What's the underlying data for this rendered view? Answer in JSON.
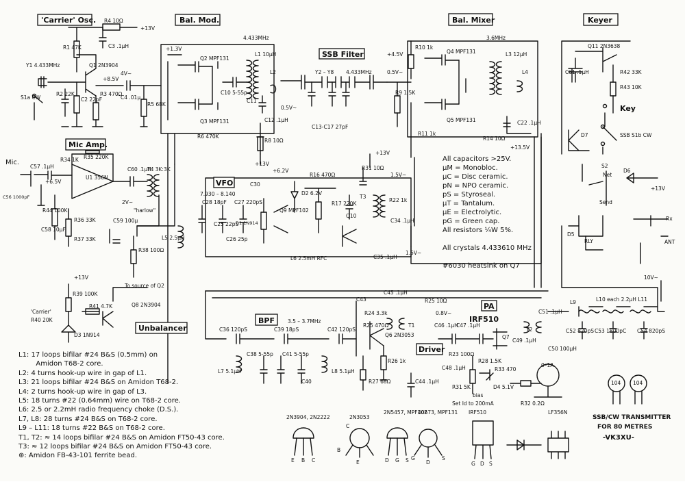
{
  "sections": {
    "carrier_osc": "'Carrier' Osc.",
    "bal_mod": "Bal. Mod.",
    "bal_mixer": "Bal. Mixer",
    "keyer": "Keyer",
    "ssb_filter": "SSB Filter",
    "mic_amp": "Mic Amp.",
    "vfo": "VFO",
    "bpf": "BPF",
    "driver": "Driver",
    "pa": "PA",
    "unbalancer": "Unbalancer"
  },
  "labels": {
    "r4": "R4 10Ω",
    "v13_top": "+13V",
    "r1": "R1 47K",
    "c3": "C3 .1μH",
    "y1": "Y1 4.433MHz",
    "q1": "Q1 2N3904",
    "v85": "+8.5V",
    "r2": "R2 22K",
    "c2": "C2 22pF",
    "r3": "R3 470Ω",
    "c4": "C4 .01μ",
    "v4": "4V~",
    "s1a": "S1a CW",
    "freq_mod": "4.433MHz",
    "v13_mod": "+1.3V",
    "q2": "Q2 MPF131",
    "q3": "Q3 MPF131",
    "l1": "L1 10μH",
    "l2": "L2",
    "c10": "C10 5-55p",
    "c11": "C11",
    "c12": "C12 .1μH",
    "r5": "R5 68K",
    "r6": "R6 470K",
    "r8": "R8 10Ω",
    "v13_r8": "+13V",
    "v05": "0.5V~",
    "filter_xtal": "Y2 – Y8",
    "filter_freq": "4.433MHz",
    "c13_c17": "C13-C17 27pF",
    "v45": "+4.5V",
    "r10": "R10 1k",
    "v05b": "0.5V~",
    "q4": "Q4 MPF131",
    "q5": "Q5 MPF131",
    "freq_mix": "3.6MHz",
    "l3": "L3 12μH",
    "l4": "L4",
    "r9": "R9 1.5K",
    "r11": "R11 1k",
    "r14": "R14 10Ω",
    "c22": "C22 .1μH",
    "v135": "+13.5V",
    "q11": "Q11 2N3638",
    "r42": "R42 33K",
    "r43": "R43 10K",
    "c61": "C61 .1μH",
    "key": "Key",
    "s1b": "SSB S1b CW",
    "d7": "D7",
    "s2": "S2",
    "net": "Net",
    "send": "Send",
    "d6": "D6",
    "v13_keyer": "+13V",
    "rly": "RLY",
    "d5": "D5",
    "rx": "Rx",
    "ant": "ANT",
    "v10": "10V~",
    "mic": "Mic.",
    "c57": "C57 .1μH",
    "r34": "R34 1K",
    "u1": "U1 356N",
    "r35": "R35 220K",
    "c60": "C60 .1μH",
    "t4": "T4 3K:3K",
    "v2": "2V~",
    "harlow": "\"harlow\"",
    "v65": "+6.5V",
    "c56": "C56 1000pF",
    "r44": "R44 100K",
    "c58": "C58 10μF",
    "r37": "R37 33K",
    "r36": "R36 33K",
    "c59": "C59 100μ",
    "r38": "R38 100Ω",
    "vfo_range": "7.930 – 8.140",
    "r31": "R31 10Ω",
    "v13_vfo": "+13V",
    "v62": "+6.2V",
    "r16": "R16 470Ω",
    "d2": "D2 6.2V",
    "c30": "C30",
    "c28": "C28 18pF",
    "c27": "C27 220pS",
    "c26": "C26 25p",
    "c25": "C25 22pS",
    "d1": "D1 1N914",
    "l5": "L5 2.5μH",
    "q9": "Q9 MPF102",
    "l6": "L6 2.5mH RFC",
    "q10": "Q10",
    "r22": "R22 1k",
    "r17": "R17 220K",
    "c34": "C34 .1μH",
    "c35": "C35 .1μH",
    "t3": "T3",
    "v15a": "1.5V~",
    "v15b": "1.5V~",
    "r39": "R39 100K",
    "r40": "R40 20K",
    "carrier": "'Carrier'",
    "r41": "R41 4.7K",
    "q8": "Q8 2N3904",
    "q2_note": "To source of Q2",
    "d3": "D3 1N914",
    "v13_unbal": "+13V",
    "bpf_range": "3.5 – 3.7MHz",
    "c36": "C36 120pS",
    "c39": "C39 18pS",
    "c42": "C42 120pS",
    "l7": "L7 5.1μH",
    "l8": "L8 5.1μH",
    "c38": "C38 5-55p",
    "c41": "C41 5-55p",
    "c40": "C40",
    "c43": "C43",
    "c45": "C45 .1μH",
    "r25": "R25 10Ω",
    "r24": "R24 3.3k",
    "r25b": "R25 470Ω",
    "q6": "Q6 2N3053",
    "t1": "T1",
    "r26": "R26 1k",
    "r27": "R27 68Ω",
    "c44": "C44 .1μH",
    "v08": "0.8V~",
    "c46": "C46 .1μH",
    "c47": "C47 .1μH",
    "r23": "R23 100Ω",
    "c48": "C48 .1μH",
    "irf": "IRF510",
    "q7": "Q7",
    "r28": "R28 1.5K",
    "d4": "D4 5.1V",
    "r33": "R33 470",
    "r31b": "R31 5K",
    "bias": "bias",
    "bias_note": "Set Id to 200mA",
    "t2": "T2",
    "c49": "C49 .1μH",
    "c50": "C50 100μH",
    "meter": "0–1A",
    "r32": "R32 0.2Ω",
    "l9": "L9",
    "l10_l11": "L10 each 2.2μH L11",
    "c51": "C51 .1μH",
    "c52": "C52 820pS",
    "c53": "C53 1800pC",
    "c54": "C54 820pS",
    "cap104a": "104",
    "cap104b": "104"
  },
  "spec_notes": [
    "All capacitors >25V.",
    "μM = Monobloc.",
    "μC = Disc ceramic.",
    "pN = NPO ceramic.",
    "pS = Styroseal.",
    "μT = Tantalum.",
    "μE = Electrolytic.",
    "pG = Green cap.",
    "All resistors ¼W 5%.",
    "",
    "All crystals 4.433610 MHz",
    "",
    "#6030 heatsink on Q7"
  ],
  "coil_notes": [
    "L1:  17 loops bifilar #24 B&S (0.5mm) on",
    "        Amidon T68-2 core.",
    "L2:  4 turns hook-up wire in gap of L1.",
    "L3:  21 loops bifilar #24 B&S on Amidon T68-2.",
    "L4:  2 turns hook-up wire in gap of L3.",
    "L5:  18 turns #22 (0.64mm) wire on T68-2 core.",
    "L6:  2.5 or 2.2mH radio frequency choke (D.S.).",
    "L7, L8:  28 turns #24 B&S on T68-2 core.",
    "L9 – L11:  18 turns #22 B&S on T68-2 core.",
    "T1, T2:  ≈ 14 loops bifilar #24 B&S on Amidon FT50-43 core.",
    "T3:   ≈ 12 loops bifilar #24 B&S on Amidon FT50-43 core.",
    "⊕:  Amidon FB-43-101 ferrite bead."
  ],
  "pinouts": {
    "p1": "2N3904, 2N2222",
    "p2": "2N3053",
    "p3": "2N5457, MPF102",
    "p4": "40673, MPF131",
    "p5": "IRF510",
    "p6": "LF356N",
    "pins": [
      "E",
      "B",
      "C",
      "B",
      "C",
      "E",
      "D",
      "G",
      "S",
      "G",
      "D",
      "S",
      "G",
      "D",
      "S"
    ]
  },
  "title": {
    "line1": "SSB/CW TRANSMITTER",
    "line2": "FOR 80 METRES",
    "line3": "-VK3XU-"
  }
}
